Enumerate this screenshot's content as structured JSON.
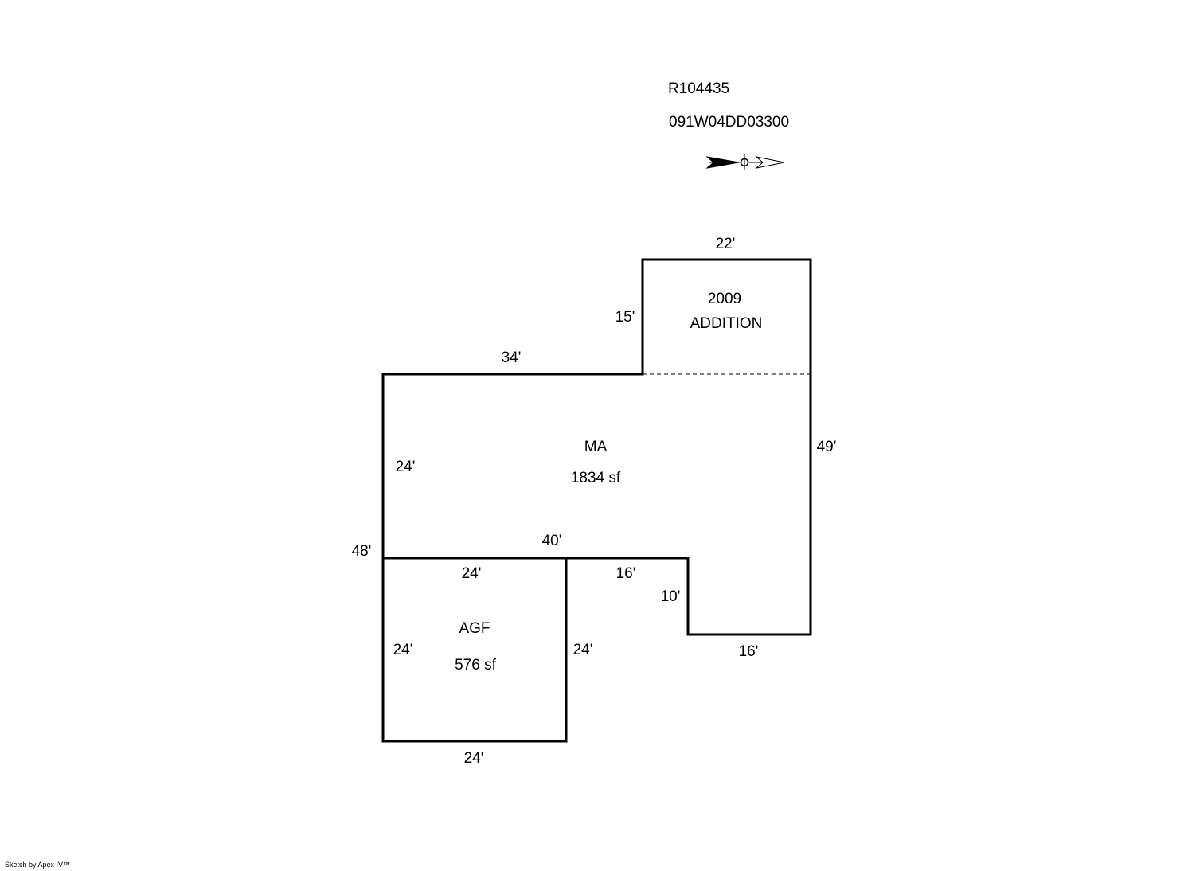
{
  "header": {
    "parcel_id": "R104435",
    "map_number": "091W04DD03300"
  },
  "compass": {
    "icon": "north-arrow-icon"
  },
  "areas": {
    "addition": {
      "line1": "2009",
      "line2": "ADDITION"
    },
    "ma": {
      "name": "MA",
      "area": "1834 sf"
    },
    "agf": {
      "name": "AGF",
      "area": "576 sf"
    }
  },
  "dimensions": {
    "addition_top": "22'",
    "addition_left": "15'",
    "ma_top": "34'",
    "ma_right": "49'",
    "ma_left_upper": "24'",
    "ma_left_total": "48'",
    "ma_bottom": "40'",
    "notch_top": "16'",
    "notch_side": "10'",
    "notch_bottom": "16'",
    "agf_top": "24'",
    "agf_left": "24'",
    "agf_right": "24'",
    "agf_bottom": "24'"
  },
  "footer": {
    "credit": "Sketch by Apex IV™"
  },
  "colors": {
    "line": "#000000",
    "background": "#ffffff"
  }
}
